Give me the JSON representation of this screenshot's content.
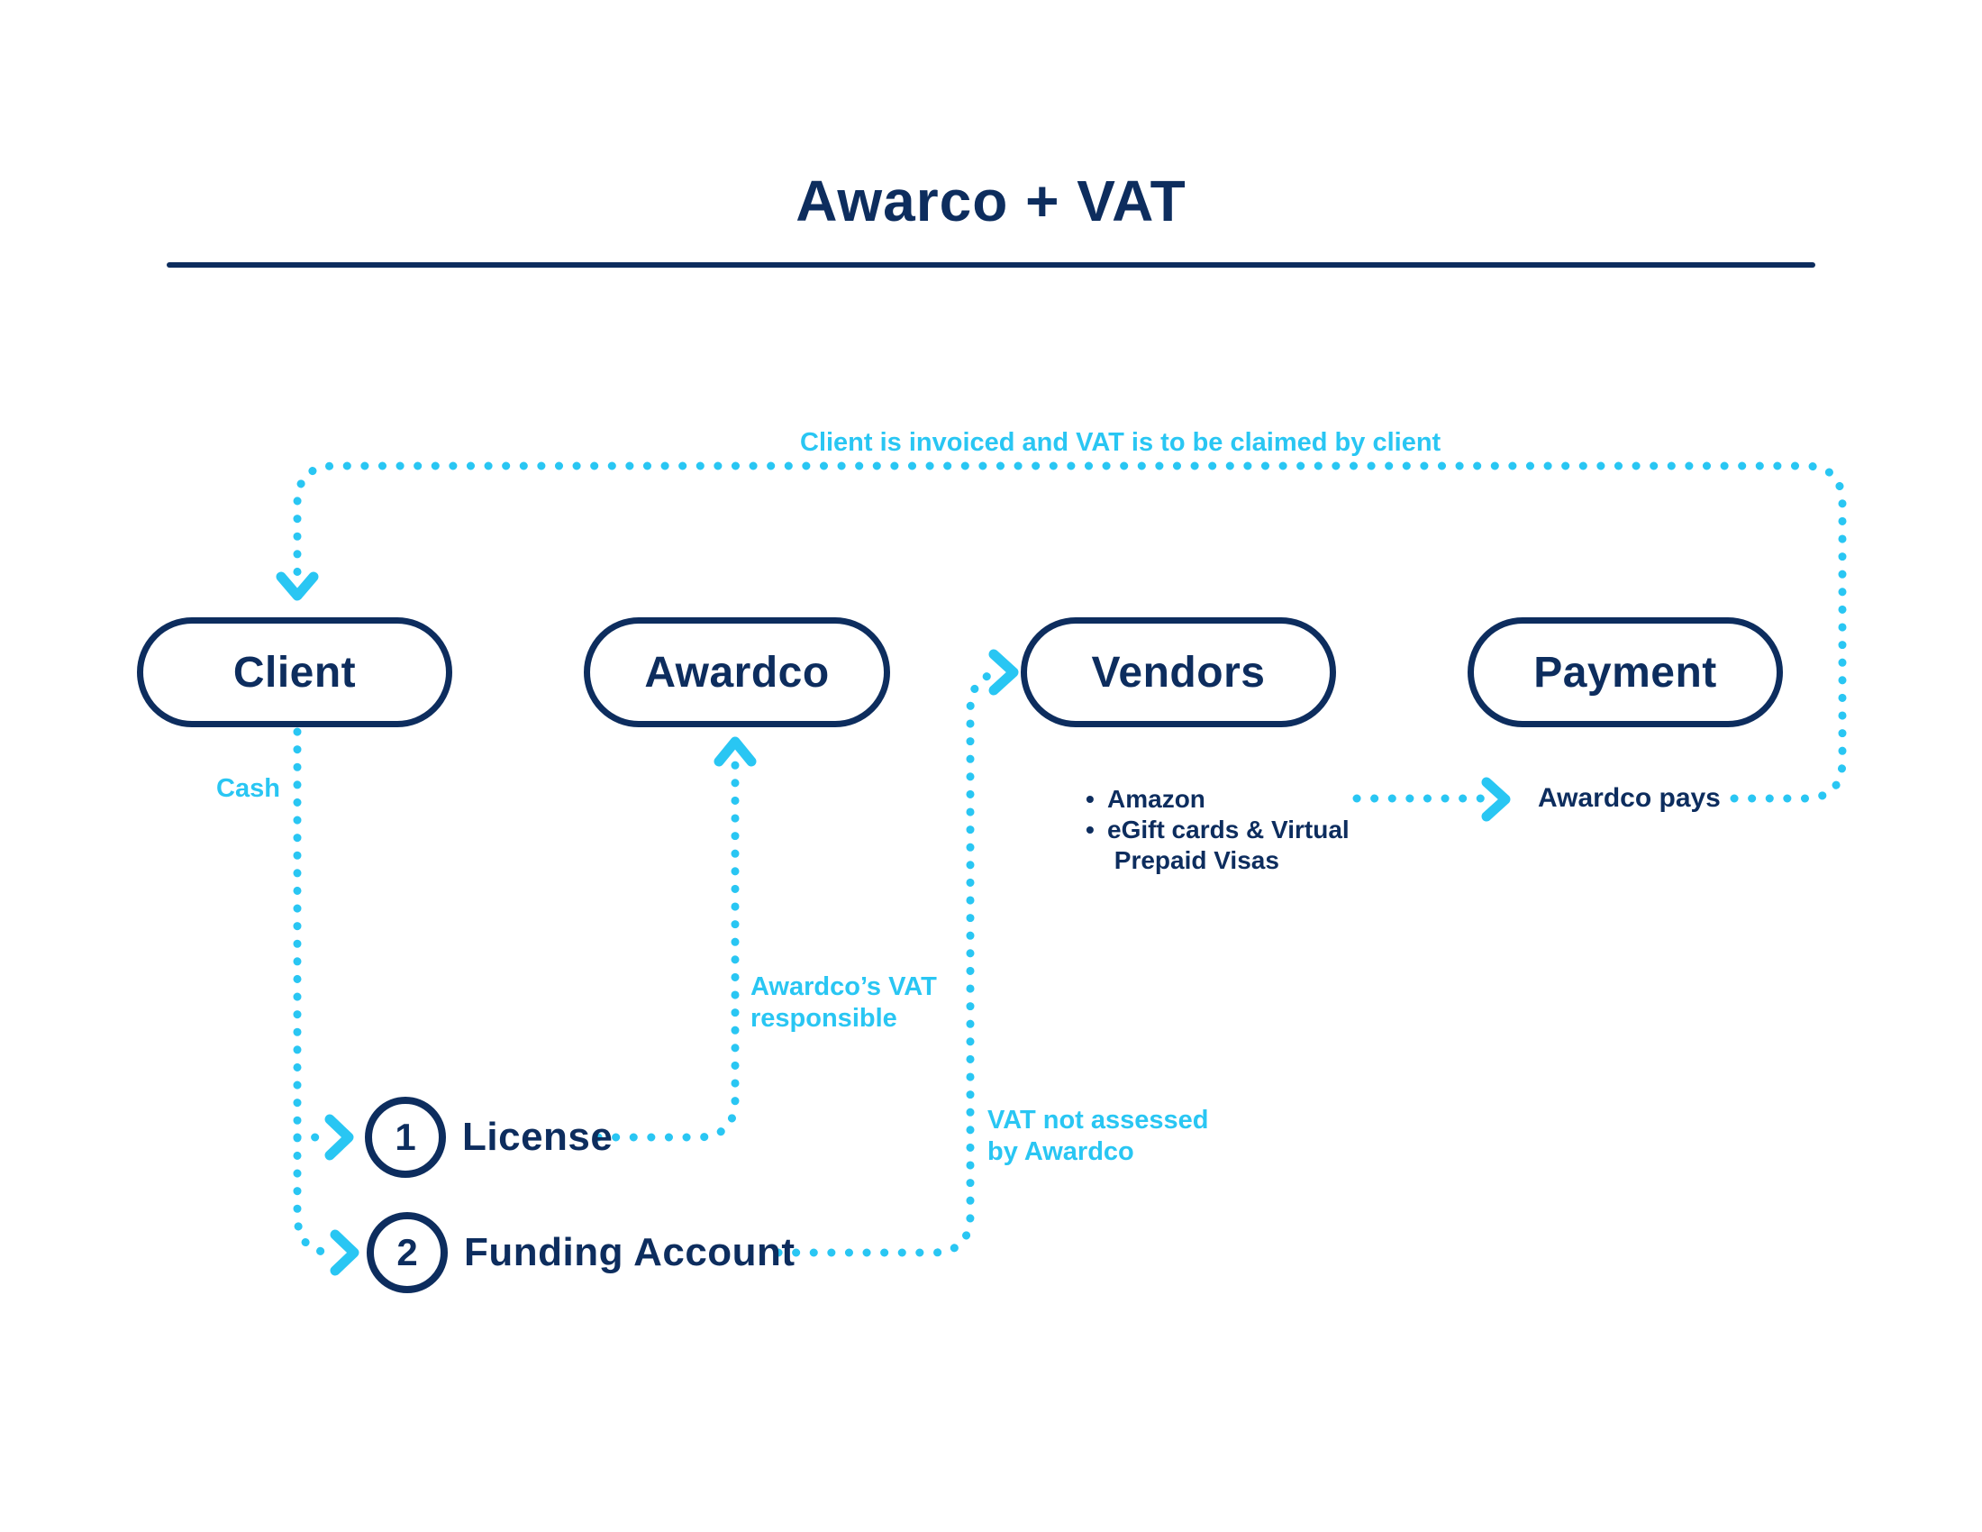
{
  "title": "Awarco + VAT",
  "colors": {
    "navy": "#0d2d5e",
    "cyan": "#29c6f3"
  },
  "nodes": [
    {
      "label": "Client"
    },
    {
      "label": "Awardco"
    },
    {
      "label": "Vendors"
    },
    {
      "label": "Payment"
    }
  ],
  "steps": [
    {
      "number": "1",
      "label": "License"
    },
    {
      "number": "2",
      "label": "Funding Account"
    }
  ],
  "vendor_list": {
    "bullet": "•",
    "items": [
      {
        "text": "Amazon"
      },
      {
        "text": "eGift cards & Virtual\n Prepaid Visas"
      }
    ]
  },
  "labels": {
    "top_flow": "Client is invoiced and VAT is to be claimed by client",
    "cash": "Cash",
    "awardco_vat_responsible": "Awardco’s VAT\nresponsible",
    "vat_not_assessed": "VAT not assessed\nby Awardco",
    "awardco_pays": "Awardco pays"
  }
}
